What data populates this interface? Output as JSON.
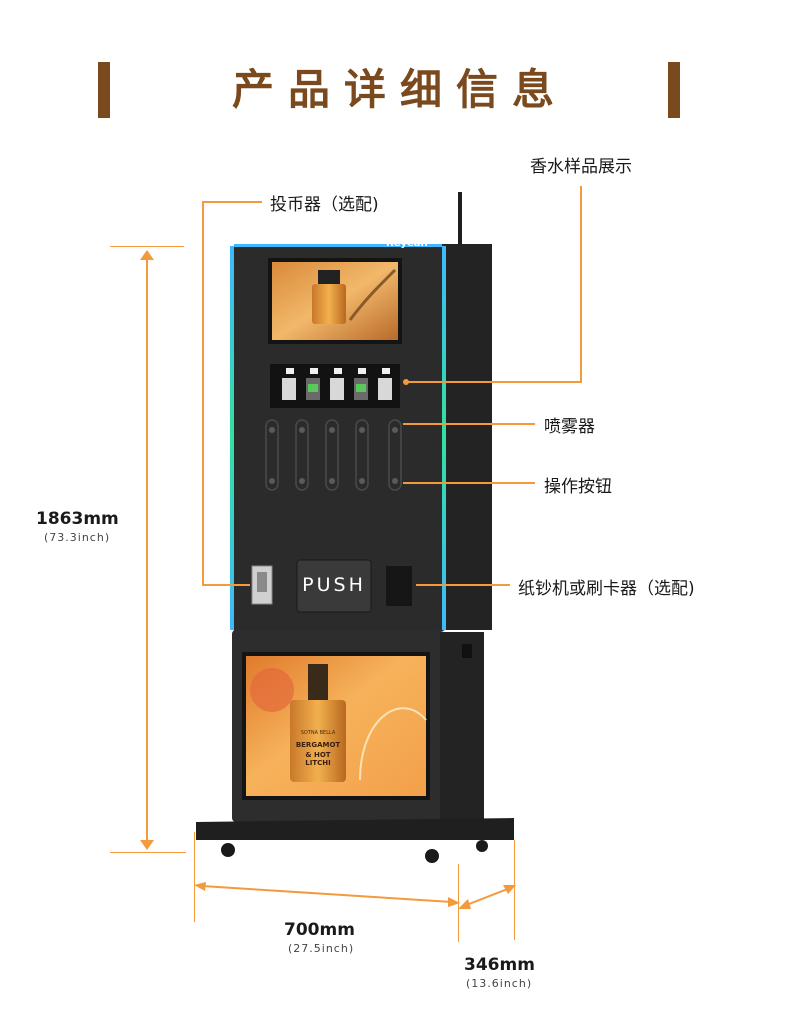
{
  "header": {
    "title": "产品详细信息"
  },
  "callouts": {
    "coin": "投币器（选配)",
    "samples": "香水样品展示",
    "sprayer": "喷雾器",
    "buttons": "操作按钮",
    "payment": "纸钞机或刷卡器（选配)"
  },
  "machine": {
    "brand": "Reyeah",
    "push_label": "PUSH",
    "ad_line1": "SOTNA BELLA",
    "ad_line2": "BERGAMOT",
    "ad_line3": "& HOT LITCHI"
  },
  "dimensions": {
    "height_mm": "1863mm",
    "height_in": "(73.3inch)",
    "width_mm": "700mm",
    "width_in": "(27.5inch)",
    "depth_mm": "346mm",
    "depth_in": "(13.6inch)"
  },
  "colors": {
    "accent": "#f39a3c",
    "title": "#7a4a1e",
    "body": "#2d2d2d",
    "glow": "#4ec3ff"
  }
}
